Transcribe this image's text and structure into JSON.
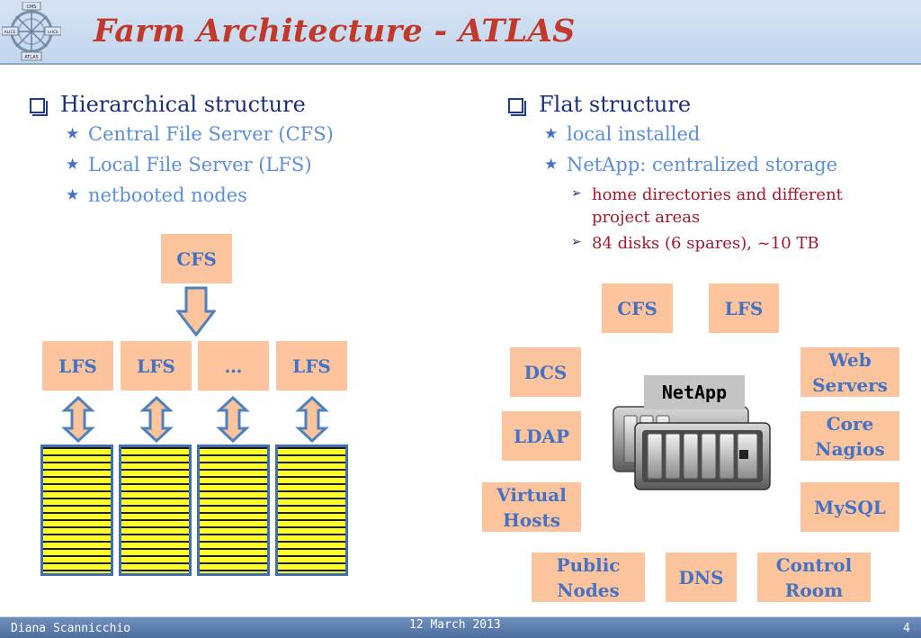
{
  "header": {
    "title": "Farm Architecture - ATLAS",
    "logo_texts": [
      "CMS",
      "ALICE",
      "LHCb",
      "ATLAS"
    ]
  },
  "left": {
    "heading": "Hierarchical structure",
    "items": [
      "Central File Server (CFS)",
      "Local File Server (LFS)",
      "netbooted nodes"
    ]
  },
  "right": {
    "heading": "Flat structure",
    "items": [
      "local installed",
      "NetApp: centralized storage"
    ],
    "subitems": [
      "home directories and different project areas",
      "84 disks (6 spares), ~10 TB"
    ]
  },
  "left_diagram": {
    "top_box": "CFS",
    "server_boxes": [
      "LFS",
      "LFS",
      "…",
      "LFS"
    ]
  },
  "right_diagram": {
    "boxes": {
      "cfs": "CFS",
      "lfs": "LFS",
      "dcs": "DCS",
      "ldap": "LDAP",
      "virtual_hosts": "Virtual Hosts",
      "web_servers": "Web Servers",
      "core_nagios": "Core Nagios",
      "mysql": "MySQL",
      "public_nodes": "Public Nodes",
      "dns": "DNS",
      "control_room": "Control Room"
    },
    "center_label": "NetApp"
  },
  "footer": {
    "author": "Diana Scannicchio",
    "date": "12 March 2013",
    "page": "4"
  },
  "colors": {
    "title": "#c0392b",
    "box_fill": "#fbc49c",
    "box_text": "#4472c4",
    "arrow_fill": "#fbc49c",
    "arrow_stroke": "#4f81bd",
    "rack_stripe": "#ffff22"
  }
}
